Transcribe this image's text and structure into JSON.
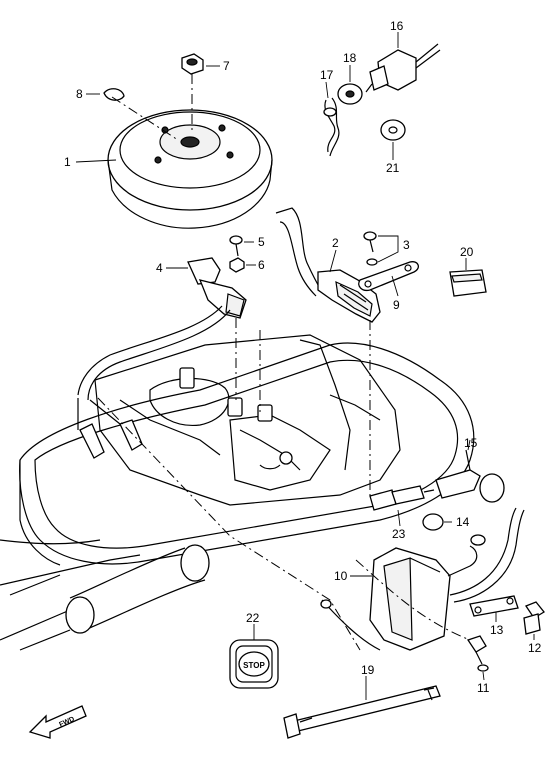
{
  "callouts": [
    {
      "id": "1",
      "label": "1"
    },
    {
      "id": "2",
      "label": "2"
    },
    {
      "id": "3",
      "label": "3"
    },
    {
      "id": "4",
      "label": "4"
    },
    {
      "id": "5",
      "label": "5"
    },
    {
      "id": "6",
      "label": "6"
    },
    {
      "id": "7",
      "label": "7"
    },
    {
      "id": "8",
      "label": "8"
    },
    {
      "id": "9",
      "label": "9"
    },
    {
      "id": "10",
      "label": "10"
    },
    {
      "id": "11",
      "label": "11"
    },
    {
      "id": "12",
      "label": "12"
    },
    {
      "id": "13",
      "label": "13"
    },
    {
      "id": "14",
      "label": "14"
    },
    {
      "id": "15",
      "label": "15"
    },
    {
      "id": "16",
      "label": "16"
    },
    {
      "id": "17",
      "label": "17"
    },
    {
      "id": "18",
      "label": "18"
    },
    {
      "id": "19",
      "label": "19"
    },
    {
      "id": "20",
      "label": "20"
    },
    {
      "id": "21",
      "label": "21"
    },
    {
      "id": "22",
      "label": "22"
    },
    {
      "id": "23",
      "label": "23"
    }
  ],
  "stop_plate_text": "STOP",
  "direction_arrow_text": "FWD"
}
